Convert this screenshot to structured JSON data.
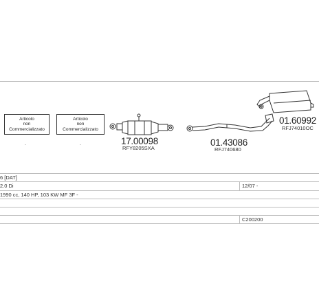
{
  "boxes": [
    {
      "lines": [
        "Articolo",
        "non",
        "Commercializzato"
      ]
    },
    {
      "lines": [
        "Articolo",
        "non",
        "Commercializzato"
      ]
    }
  ],
  "parts": [
    {
      "number": "17.00098",
      "ref": "RFY8205SXA"
    },
    {
      "number": "01.43086",
      "ref": "RFJ740680"
    },
    {
      "number": "01.60992",
      "ref": "RFJ74010OC"
    }
  ],
  "info": {
    "model": "6 [DAT]",
    "engine": "2.0 Di",
    "date": "12/07 -",
    "spec": "1990 cc, 140 HP, 103 KW MF 3F -",
    "code": "C200200"
  },
  "colors": {
    "line": "#bdbdbd",
    "ink": "#222222"
  }
}
